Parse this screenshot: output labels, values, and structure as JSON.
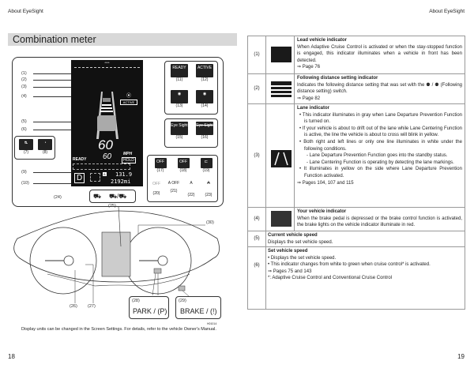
{
  "header": {
    "left": "About EyeSight",
    "right": "About EyeSight"
  },
  "section_title": "Combination meter",
  "callouts_left": [
    "(1)",
    "(2)",
    "(3)",
    "(4)",
    "(5)",
    "(6)",
    "(7)",
    "(8)",
    "(9)",
    "(10)"
  ],
  "meter": {
    "set_speed": "60",
    "current_speed": "60",
    "unit": "MPH",
    "hold": "HOLD",
    "ready": "READY",
    "active": "ACTIVE",
    "gear": "D",
    "odo1": "131.9",
    "odo2": "2192mi",
    "auto": "A",
    "stars": "****"
  },
  "icon_cells": [
    {
      "num": "(11)",
      "text": "READY"
    },
    {
      "num": "(12)",
      "text": "ACTIVE"
    },
    {
      "num": "(13)",
      "text": ""
    },
    {
      "num": "(14)",
      "text": ""
    },
    {
      "num": "(15)",
      "text": "Eye Sight"
    },
    {
      "num": "(16)",
      "text": "Eye Sight"
    },
    {
      "num": "(17)",
      "text": "OFF"
    },
    {
      "num": "(18)",
      "text": "OFF"
    },
    {
      "num": "(19)",
      "text": ""
    },
    {
      "num": "(20)",
      "text": "OFF"
    },
    {
      "num": "(21)",
      "text": "A OFF"
    },
    {
      "num": "(22)",
      "text": "A"
    },
    {
      "num": "(23)",
      "text": "A"
    }
  ],
  "callouts_lower": {
    "c24": "(24)",
    "c25": "(25)",
    "c25b": "(25)",
    "c26": "(26)",
    "c27": "(27)",
    "c28": "(28)",
    "c29": "(29)",
    "c30": "(30)"
  },
  "park_label": "PARK / (P)",
  "brake_label": "BRAKE / (!)",
  "figure_code": "H01014",
  "caption": "Display units can be changed in the Screen Settings. For details, refer to the vehicle Owner's Manual.",
  "page_left": "18",
  "page_right": "19",
  "table": [
    {
      "num": "(1)",
      "title": "Lead vehicle indicator",
      "lines": [
        "When Adaptive Cruise Control is activated or when the stay-stopped function is engaged, this indicator illuminates when a vehicle in front has been detected."
      ],
      "ref": "⇒ Page 76"
    },
    {
      "num": "(2)",
      "title": "Following distance setting indicator",
      "lines": [
        "Indicates the following distance setting that was set with the ⚉ / ⚉ (Following distance setting) switch."
      ],
      "ref": "⇒ Page 82"
    },
    {
      "num": "(3)",
      "title": "Lane indicator",
      "bullets": [
        "This indicator illuminates in gray when Lane Departure Prevention Function is turned on.",
        "If your vehicle is about to drift out of the lane while Lane Centering Function is active, the line the vehicle is about to cross will blink in yellow.",
        "Both right and left lines or only one line illuminates in white under the following conditions."
      ],
      "dashes": [
        "Lane Departure Prevention Function goes into the standby status.",
        "Lane Centering Function is operating by detecting the lane markings."
      ],
      "bullet4": "It illuminates in yellow on the side where Lane Departure Prevention Function activated.",
      "ref": "⇒ Pages 104, 107 and 115"
    },
    {
      "num": "(4)",
      "title": "Your vehicle indicator",
      "lines": [
        "When the brake pedal is depressed or the brake control function is activated, the brake lights on the vehicle indicator illuminate in red."
      ]
    },
    {
      "num": "(5)",
      "title": "Current vehicle speed",
      "lines": [
        "Displays the set vehicle speed."
      ]
    },
    {
      "num": "(6)",
      "title": "Set vehicle speed",
      "bullets": [
        "Displays the set vehicle speed.",
        "This indicator changes from white to green when cruise control* is activated."
      ],
      "ref": "⇒ Pages 75 and 143",
      "note": "*: Adaptive Cruise Control and Conventional Cruise Control"
    }
  ]
}
